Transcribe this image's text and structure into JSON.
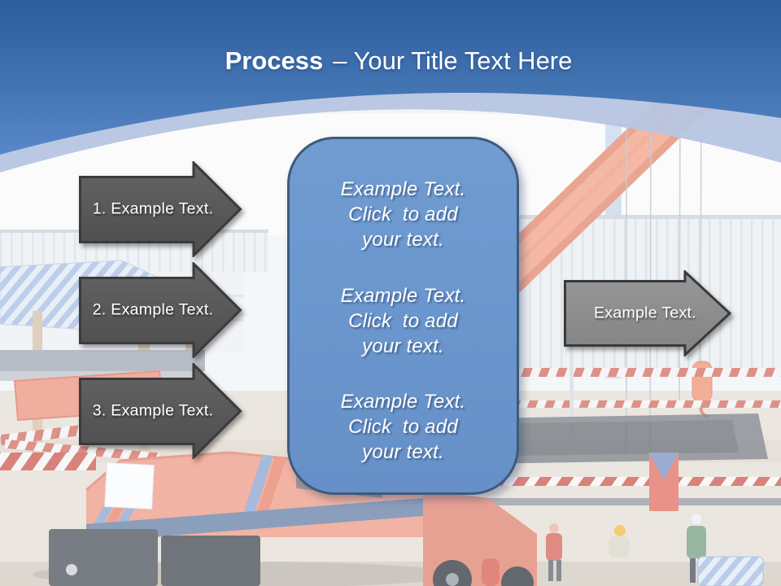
{
  "title": {
    "bold": "Process",
    "rest": "– Your Title Text Here"
  },
  "left_arrows": [
    {
      "label": "1. Example Text."
    },
    {
      "label": "2. Example Text."
    },
    {
      "label": "3. Example Text."
    }
  ],
  "right_arrow": {
    "label": "Example Text."
  },
  "center_panel": {
    "blocks": [
      "Example Text.\nClick  to add\nyour text.",
      "Example Text.\nClick  to add\nyour text.",
      "Example Text.\nClick  to add\nyour text."
    ]
  },
  "background": {
    "scene": "construction-site-crane-photo"
  },
  "colors": {
    "header_top": "#2d5c9e",
    "header_bottom": "#5988c8",
    "header_band": "#b7c5e2",
    "panel_fill": "#6b97ce",
    "panel_border": "#3d5a7d",
    "left_arrow_fill": "#575757",
    "right_arrow_fill": "#8e8e8e",
    "arrow_border": "#3b3b3b",
    "text": "#ffffff"
  }
}
